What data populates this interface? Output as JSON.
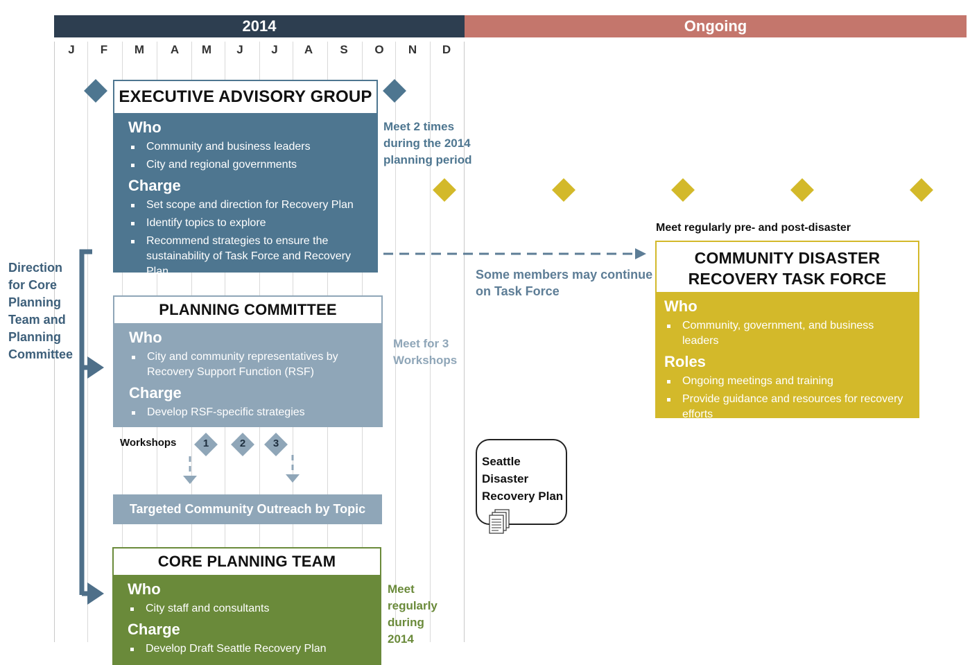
{
  "timeline": {
    "year_label": "2014",
    "ongoing_label": "Ongoing",
    "months": [
      "J",
      "F",
      "M",
      "A",
      "M",
      "J",
      "J",
      "A",
      "S",
      "O",
      "N",
      "D"
    ],
    "colors": {
      "year_bar": "#2d3e50",
      "ongoing_bar": "#c4766c"
    }
  },
  "side_label": [
    "Direction",
    "for Core",
    "Planning",
    "Team and",
    "Planning",
    "Committee"
  ],
  "executive": {
    "title": "EXECUTIVE ADVISORY GROUP",
    "who_title": "Who",
    "who_items": [
      "Community and business leaders",
      "City and regional governments"
    ],
    "charge_title": "Charge",
    "charge_items": [
      "Set scope and direction for Recovery Plan",
      "Identify topics to explore",
      "Recommend strategies to ensure the sustainability of Task Force and Recovery Plan"
    ],
    "note": [
      "Meet 2 times",
      "during the 2014",
      "planning period"
    ],
    "color": "#4e7690"
  },
  "continue_note": [
    "Some members may continue",
    "on Task Force"
  ],
  "task_force": {
    "meet_note": "Meet regularly pre- and post-disaster",
    "title_lines": [
      "COMMUNITY DISASTER",
      "RECOVERY TASK FORCE"
    ],
    "who_title": "Who",
    "who_items": [
      "Community, government, and business leaders"
    ],
    "roles_title": "Roles",
    "roles_items": [
      "Ongoing meetings and training",
      "Provide guidance and resources for recovery efforts"
    ],
    "color": "#d3b92a"
  },
  "planning": {
    "title": "PLANNING COMMITTEE",
    "who_title": "Who",
    "who_items": [
      "City and community representatives by Recovery Support Function (RSF)"
    ],
    "charge_title": "Charge",
    "charge_items": [
      "Develop RSF-specific strategies"
    ],
    "note": [
      "Meet for 3",
      "Workshops"
    ],
    "color": "#8fa6b8"
  },
  "workshops": {
    "label": "Workshops",
    "numbers": [
      "1",
      "2",
      "3"
    ]
  },
  "outreach": {
    "label": "Targeted Community Outreach by Topic"
  },
  "recovery_plan": {
    "lines": [
      "Seattle Disaster",
      "Recovery Plan"
    ],
    "icon": "document-stack-icon"
  },
  "core": {
    "title": "CORE PLANNING TEAM",
    "who_title": "Who",
    "who_items": [
      "City staff and consultants"
    ],
    "charge_title": "Charge",
    "charge_items": [
      "Develop Draft Seattle Recovery Plan"
    ],
    "note": [
      "Meet",
      "regularly",
      "during",
      "2014"
    ],
    "color": "#6a8a3a"
  }
}
